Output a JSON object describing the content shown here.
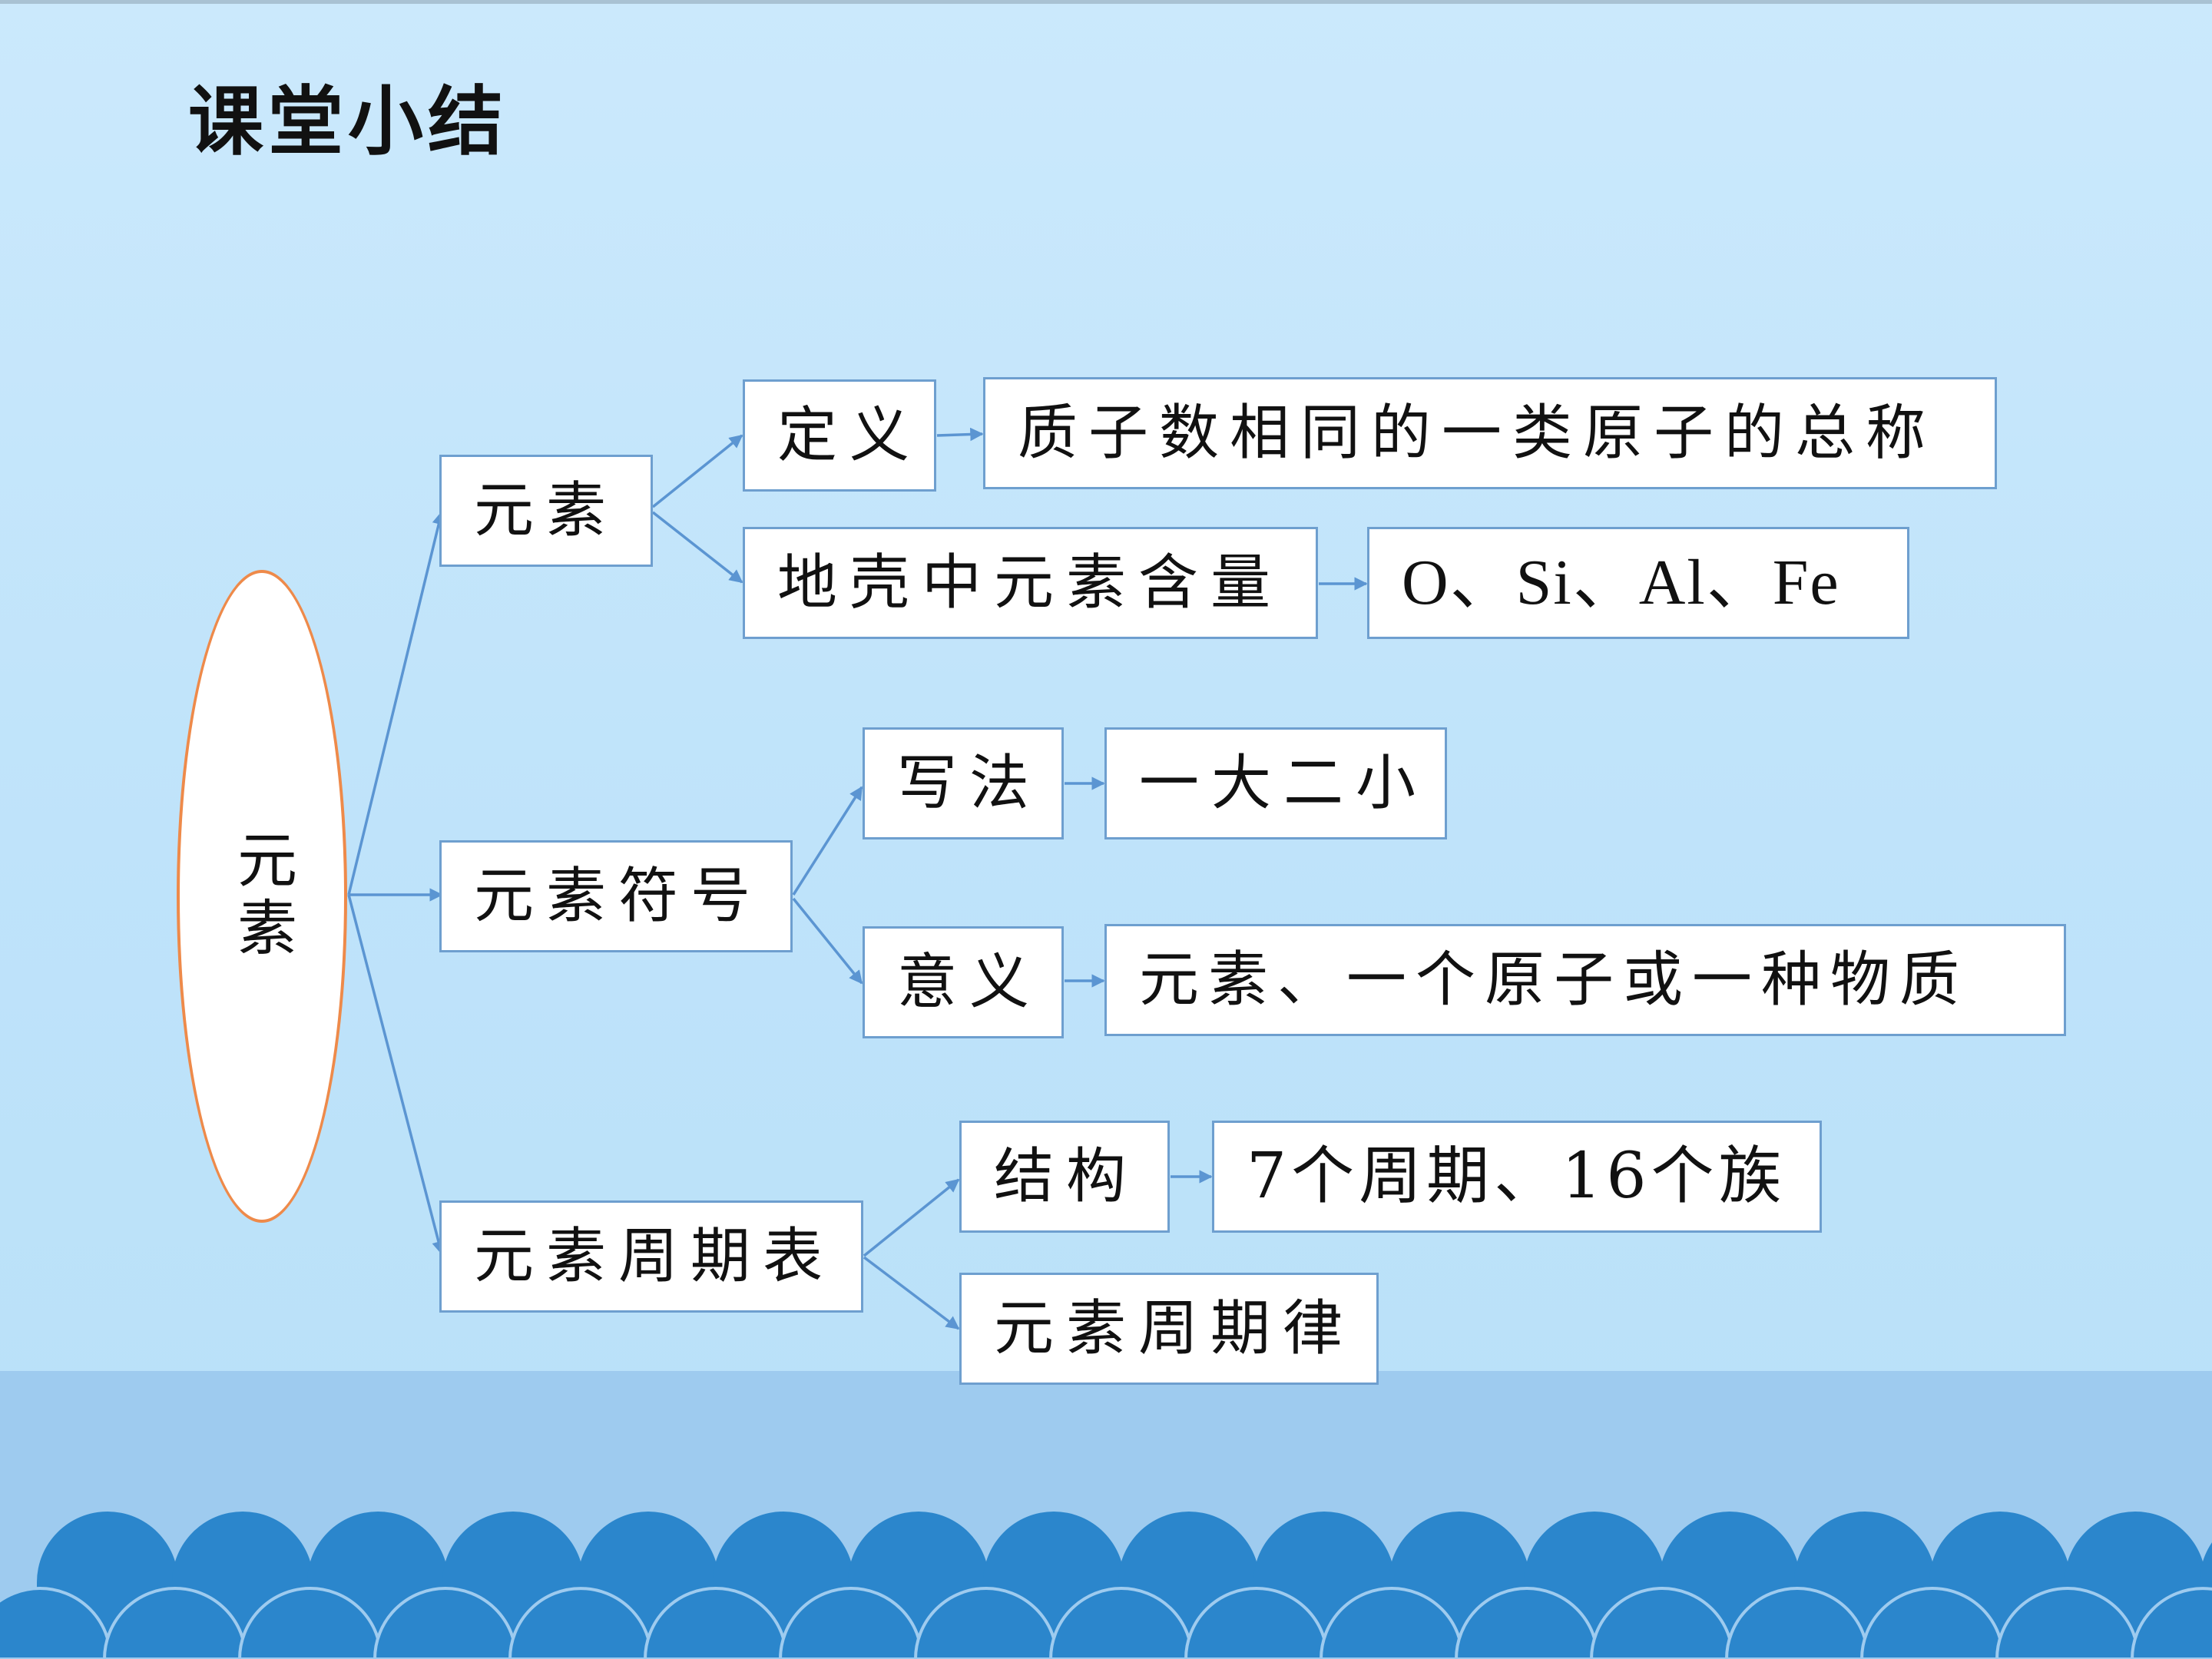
{
  "slide": {
    "title": "课堂小结"
  },
  "diagram": {
    "root": {
      "label": "元素"
    },
    "branches": [
      {
        "label": "元素",
        "children": [
          {
            "label": "定义",
            "detail": "质子数相同的一类原子的总称"
          },
          {
            "label": "地壳中元素含量",
            "detail": "O、Si、Al、Fe"
          }
        ]
      },
      {
        "label": "元素符号",
        "children": [
          {
            "label": "写法",
            "detail": "一大二小"
          },
          {
            "label": "意义",
            "detail": "元素、一个原子或一种物质"
          }
        ]
      },
      {
        "label": "元素周期表",
        "children": [
          {
            "label": "结构",
            "detail": "7个周期、16个族"
          },
          {
            "label": "元素周期律"
          }
        ]
      }
    ]
  },
  "colors": {
    "connector": "#5b95d2",
    "root_border": "#ee8a4a",
    "node_border": "#6e9fcf",
    "wave": "#2b86cc",
    "background": "#c4e6fb"
  }
}
